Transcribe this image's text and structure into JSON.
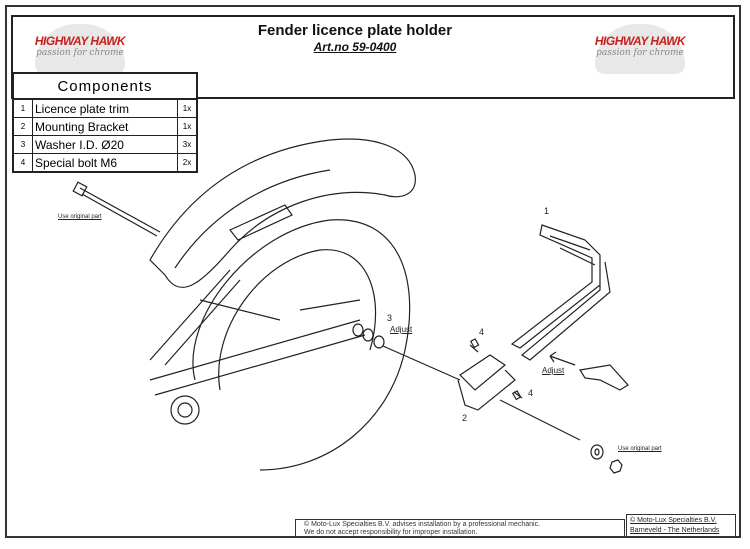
{
  "header": {
    "logo_brand": "HIGHWAY HAWK",
    "logo_tagline": "passion for chrome",
    "title": "Fender licence plate holder",
    "art_no": "Art.no 59-0400"
  },
  "components": {
    "heading": "Components",
    "rows": [
      {
        "num": "1",
        "name": "Licence plate trim",
        "qty": "1x"
      },
      {
        "num": "2",
        "name": "Mounting Bracket",
        "qty": "1x"
      },
      {
        "num": "3",
        "name": "Washer I.D. Ø20",
        "qty": "3x"
      },
      {
        "num": "4",
        "name": "Special bolt M6",
        "qty": "2x"
      }
    ]
  },
  "diagram": {
    "use_original_part": "Use original part",
    "adjust": "Adjust",
    "callouts": [
      "1",
      "2",
      "3",
      "4",
      "4"
    ]
  },
  "footer": {
    "disclaimer_line1": "© Moto-Lux Specialties B.V. advises installation by a professional mechanic.",
    "disclaimer_line2": "We do not accept responsibility for improper installation.",
    "company_line1": "© Moto-Lux Specialties B.V.",
    "company_line2": "Barneveld - The Netherlands"
  }
}
